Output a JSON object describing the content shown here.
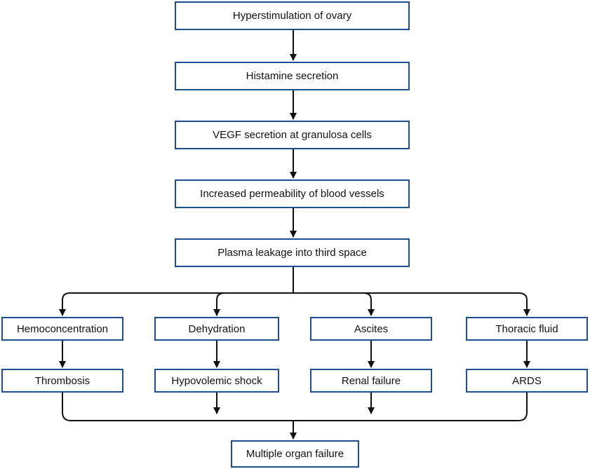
{
  "diagram": {
    "nodes": {
      "hyperstimulation": "Hyperstimulation of ovary",
      "histamine": "Histamine secretion",
      "vegf": "VEGF secretion at granulosa cells",
      "permeability": "Increased permeability of blood vessels",
      "plasma": "Plasma leakage into third space",
      "hemoconcentration": "Hemoconcentration",
      "dehydration": "Dehydration",
      "ascites": "Ascites",
      "thoracic": "Thoracic fluid",
      "thrombosis": "Thrombosis",
      "hypovolemic": "Hypovolemic shock",
      "renal": "Renal failure",
      "ards": "ARDS",
      "mof": "Multiple organ failure"
    },
    "edges": [
      [
        "hyperstimulation",
        "histamine"
      ],
      [
        "histamine",
        "vegf"
      ],
      [
        "vegf",
        "permeability"
      ],
      [
        "permeability",
        "plasma"
      ],
      [
        "plasma",
        "hemoconcentration"
      ],
      [
        "plasma",
        "dehydration"
      ],
      [
        "plasma",
        "ascites"
      ],
      [
        "plasma",
        "thoracic"
      ],
      [
        "hemoconcentration",
        "thrombosis"
      ],
      [
        "dehydration",
        "hypovolemic"
      ],
      [
        "ascites",
        "renal"
      ],
      [
        "thoracic",
        "ards"
      ],
      [
        "thrombosis",
        "mof"
      ],
      [
        "hypovolemic",
        "mof"
      ],
      [
        "renal",
        "mof"
      ],
      [
        "ards",
        "mof"
      ]
    ],
    "colors": {
      "box_border": "#1f4e8c",
      "line": "#111111",
      "text": "#111111"
    }
  }
}
